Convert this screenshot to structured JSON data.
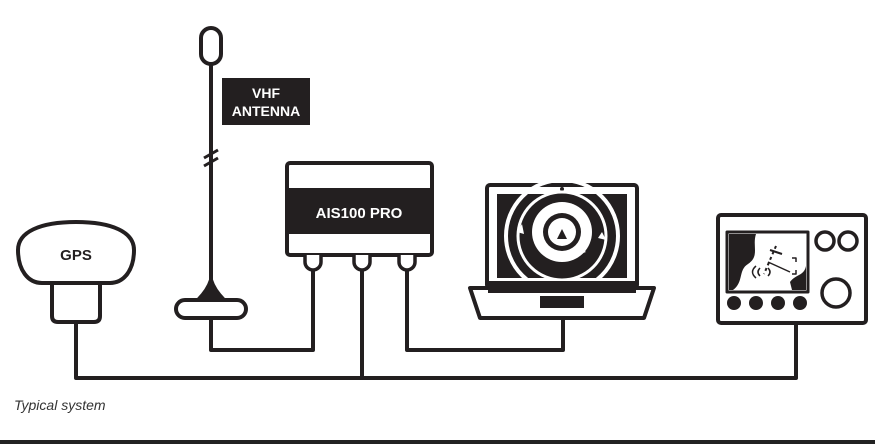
{
  "diagram": {
    "labels": {
      "vhf_line1": "VHF",
      "vhf_line2": "ANTENNA",
      "ais": "AIS100 PRO",
      "gps": "GPS"
    },
    "caption": "Typical system"
  },
  "colors": {
    "ink": "#231f20",
    "paper": "#ffffff"
  }
}
